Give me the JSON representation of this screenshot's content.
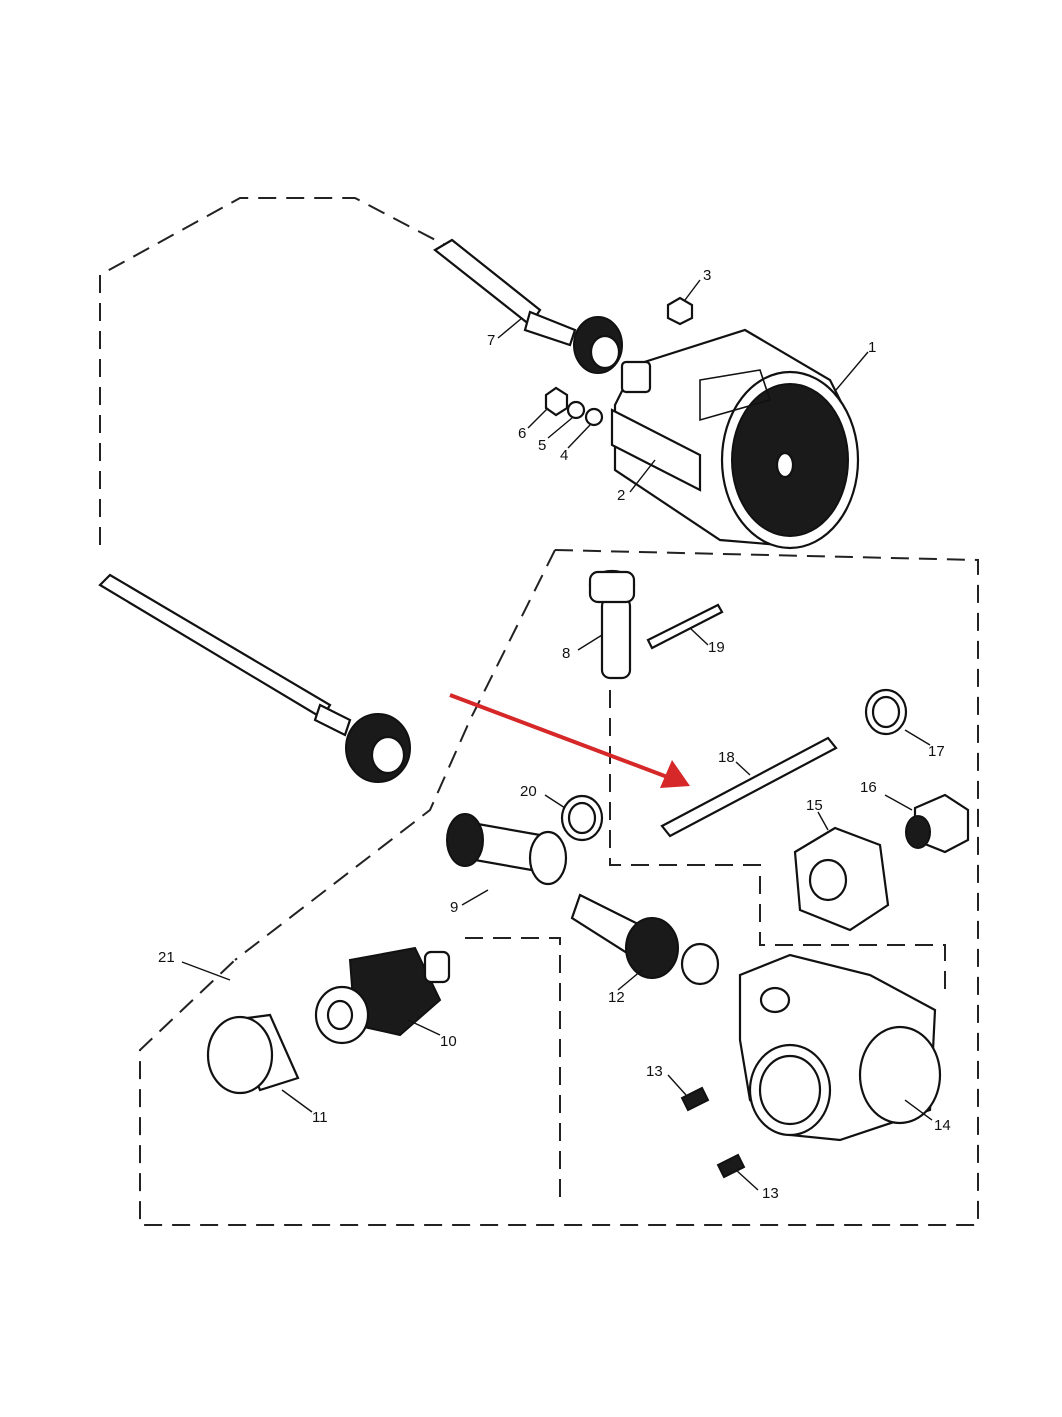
{
  "diagram": {
    "callouts": [
      {
        "id": "c1",
        "text": "1"
      },
      {
        "id": "c2",
        "text": "2"
      },
      {
        "id": "c3",
        "text": "3"
      },
      {
        "id": "c4",
        "text": "4"
      },
      {
        "id": "c5",
        "text": "5"
      },
      {
        "id": "c6",
        "text": "6"
      },
      {
        "id": "c7",
        "text": "7"
      },
      {
        "id": "c8",
        "text": "8"
      },
      {
        "id": "c9",
        "text": "9"
      },
      {
        "id": "c10",
        "text": "10"
      },
      {
        "id": "c11",
        "text": "11"
      },
      {
        "id": "c12",
        "text": "12"
      },
      {
        "id": "c13a",
        "text": "13"
      },
      {
        "id": "c13b",
        "text": "13"
      },
      {
        "id": "c14",
        "text": "14"
      },
      {
        "id": "c15",
        "text": "15"
      },
      {
        "id": "c16",
        "text": "16"
      },
      {
        "id": "c17",
        "text": "17"
      },
      {
        "id": "c18",
        "text": "18"
      },
      {
        "id": "c19",
        "text": "19"
      },
      {
        "id": "c20",
        "text": "20"
      },
      {
        "id": "c21",
        "text": "21"
      }
    ],
    "highlight_arrow_color": "#d62828"
  }
}
